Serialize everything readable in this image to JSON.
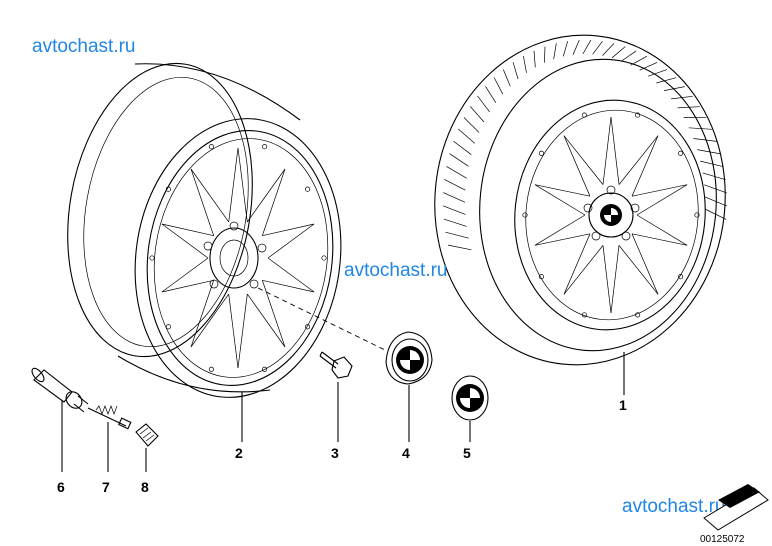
{
  "watermarks": {
    "top_left": "avtochast.ru",
    "center": "avtochast.ru",
    "bottom_right": "avtochast.ru"
  },
  "callouts": [
    {
      "id": "1",
      "label": "1"
    },
    {
      "id": "2",
      "label": "2"
    },
    {
      "id": "3",
      "label": "3"
    },
    {
      "id": "4",
      "label": "4"
    },
    {
      "id": "5",
      "label": "5"
    },
    {
      "id": "6",
      "label": "6"
    },
    {
      "id": "7",
      "label": "7"
    },
    {
      "id": "8",
      "label": "8"
    }
  ],
  "diagram_code": "00125072",
  "logo_colors": {
    "blue": "#1b1b1b",
    "white": "#ffffff",
    "ring": "#000000"
  }
}
